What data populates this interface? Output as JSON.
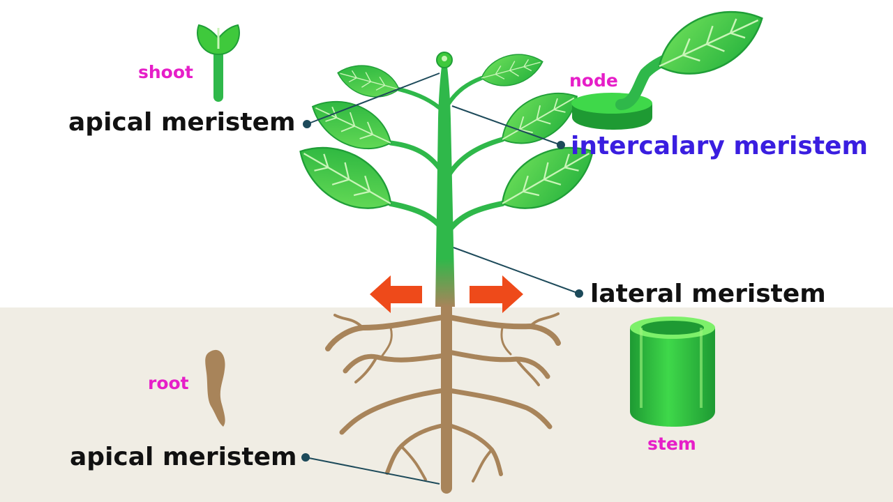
{
  "labels": {
    "shoot": "shoot",
    "apical_meristem_top": "apical meristem",
    "node": "node",
    "intercalary_meristem": "intercalary meristem",
    "lateral_meristem": "lateral meristem",
    "root": "root",
    "apical_meristem_bottom": "apical meristem",
    "stem": "stem"
  },
  "colors": {
    "soil": "#f0ede4",
    "leaf": "#3fc93c",
    "leaf_dark": "#22a83a",
    "stem": "#2fb84a",
    "root": "#a8845a",
    "arrow": "#ee4a1a",
    "leader": "#1d4a5a",
    "pink_text": "#e61ec8",
    "blue_text": "#3a1ee0"
  }
}
